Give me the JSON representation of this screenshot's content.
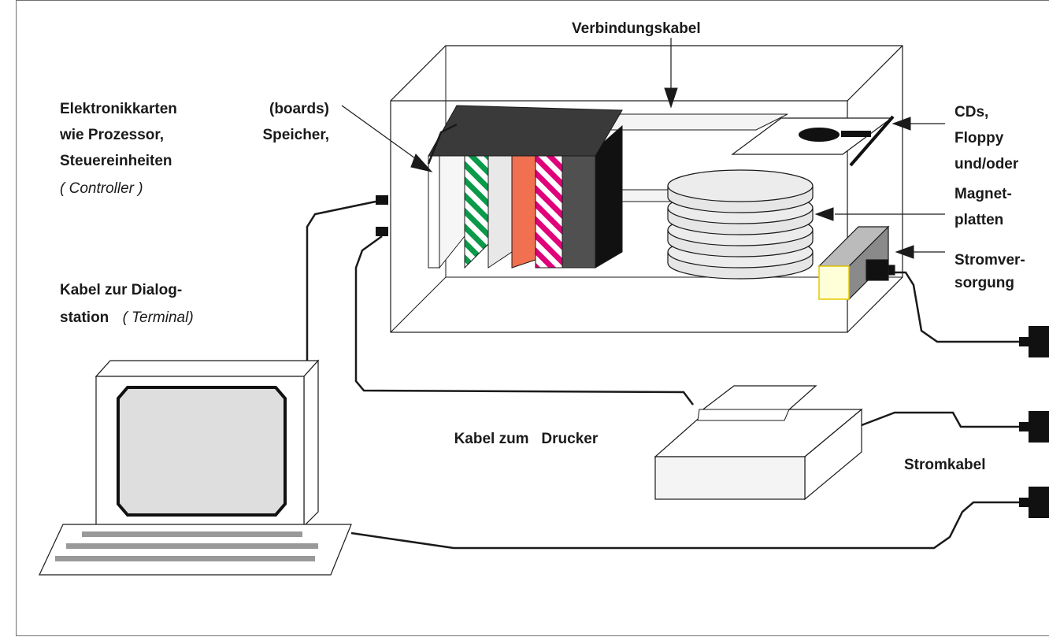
{
  "labels": {
    "verbindungskabel": "Verbindungskabel",
    "elektronik_line1_a": "Elektronikkarten",
    "elektronik_line1_b": "(boards)",
    "elektronik_line2_a": "wie Prozessor,",
    "elektronik_line2_b": "Speicher,",
    "elektronik_line3": "Steuereinheiten",
    "controller": "( Controller )",
    "cds_line1": "CDs,",
    "cds_line2": "Floppy",
    "cds_line3": "und/oder",
    "magnet_line1": "Magnet-",
    "magnet_line2": "platten",
    "strom_line1": "Stromver-",
    "strom_line2": "sorgung",
    "dialog_line1": "Kabel zur Dialog-",
    "dialog_line2": "station",
    "terminal": "( Terminal)",
    "drucker": "Kabel zum   Drucker",
    "stromkabel": "Stromkabel"
  },
  "colors": {
    "outline": "#1a1a1a",
    "board_top": "#3a3a3a",
    "board_green": "#0a9a4a",
    "board_magenta": "#e0007a",
    "board_orange": "#f07050",
    "board_dark": "#505050",
    "platter": "#e6e6e6",
    "psu_front": "#ffffd8",
    "psu_front_border": "#e6c800",
    "screen": "#dedede",
    "keys": "#999999"
  }
}
